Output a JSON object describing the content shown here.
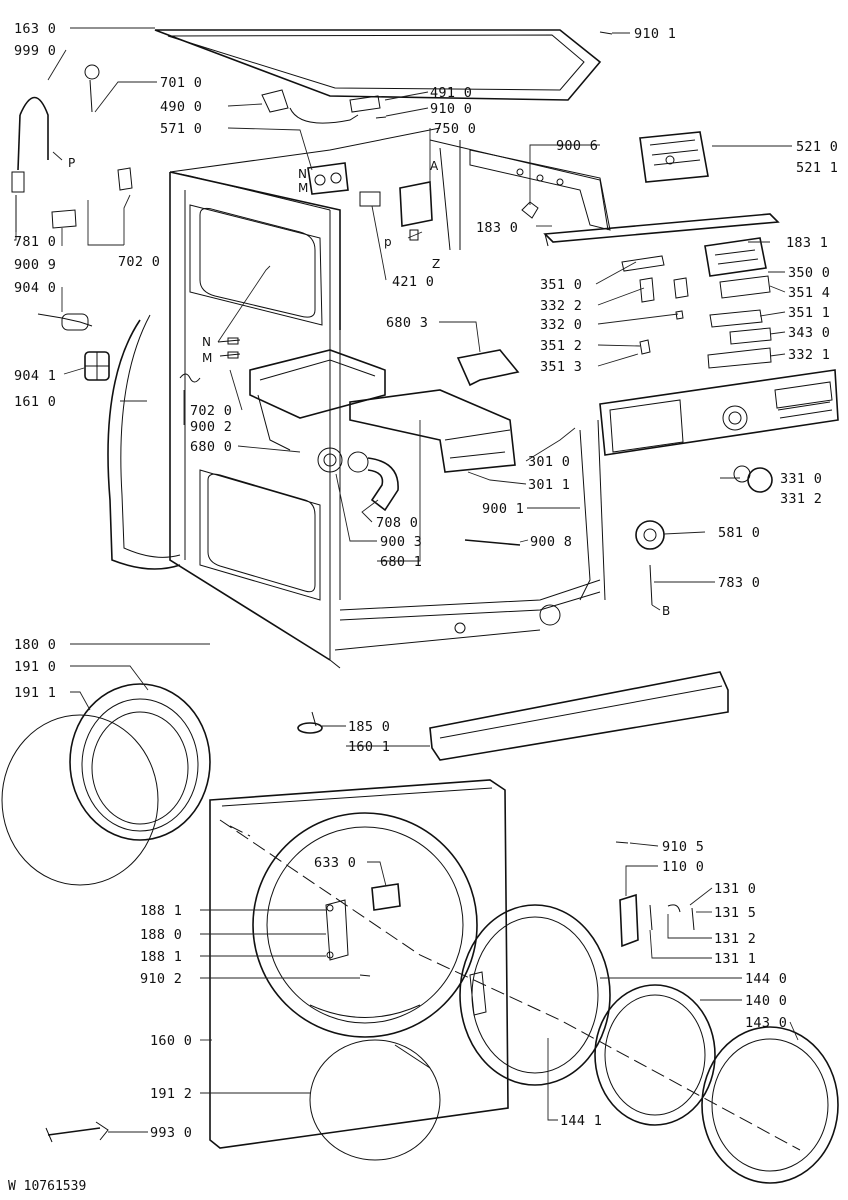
{
  "doc_id": "W 10761539",
  "labels": {
    "l1630": "163 0",
    "l9990": "999 0",
    "l7010": "701 0",
    "l9101a": "910 1",
    "l4910": "491 0",
    "l4900": "490 0",
    "l9100": "910 0",
    "l5710": "571 0",
    "l7500": "750 0",
    "l9006": "900 6",
    "l5210": "521 0",
    "l5211": "521 1",
    "lP": "P",
    "lN1": "N",
    "lM1": "M",
    "lA": "A",
    "lp": "p",
    "lZ": "Z",
    "l7810": "781 0",
    "l9009": "900 9",
    "l7020": "702 0",
    "l4210": "421 0",
    "l1830": "183 0",
    "l1831": "183 1",
    "l9040": "904 0",
    "l3510": "351 0",
    "l3500": "350 0",
    "l3322": "332 2",
    "l3514": "351 4",
    "l3320": "332 0",
    "l3511": "351 1",
    "l6803": "680 3",
    "l3512": "351 2",
    "l3430": "343 0",
    "l9041": "904 1",
    "l3513": "351 3",
    "l3321": "332 1",
    "lN2": "N",
    "lM2": "M",
    "l1610": "161 0",
    "l7020b": "702 0",
    "l9002": "900 2",
    "l6800": "680 0",
    "l3010": "301 0",
    "l3011": "301 1",
    "l3310": "331 0",
    "l3312": "331 2",
    "l9001": "900 1",
    "l7080": "708 0",
    "l5810": "581 0",
    "l9003": "900 3",
    "l9008": "900 8",
    "l6801": "680 1",
    "l7830": "783 0",
    "lB": "B",
    "l1800": "180 0",
    "l1910": "191 0",
    "l1911": "191 1",
    "l1850": "185 0",
    "l1601": "160 1",
    "l9105": "910 5",
    "l6330": "633 0",
    "l1100": "110 0",
    "l1310": "131 0",
    "l1881a": "188 1",
    "l1315": "131 5",
    "l1880": "188 0",
    "l1312": "131 2",
    "l1881b": "188 1",
    "l1311": "131 1",
    "l9102": "910 2",
    "l1440": "144 0",
    "l1400": "140 0",
    "l1430": "143 0",
    "l1600": "160 0",
    "l1912": "191 2",
    "l1441": "144 1",
    "l9930": "993 0"
  }
}
